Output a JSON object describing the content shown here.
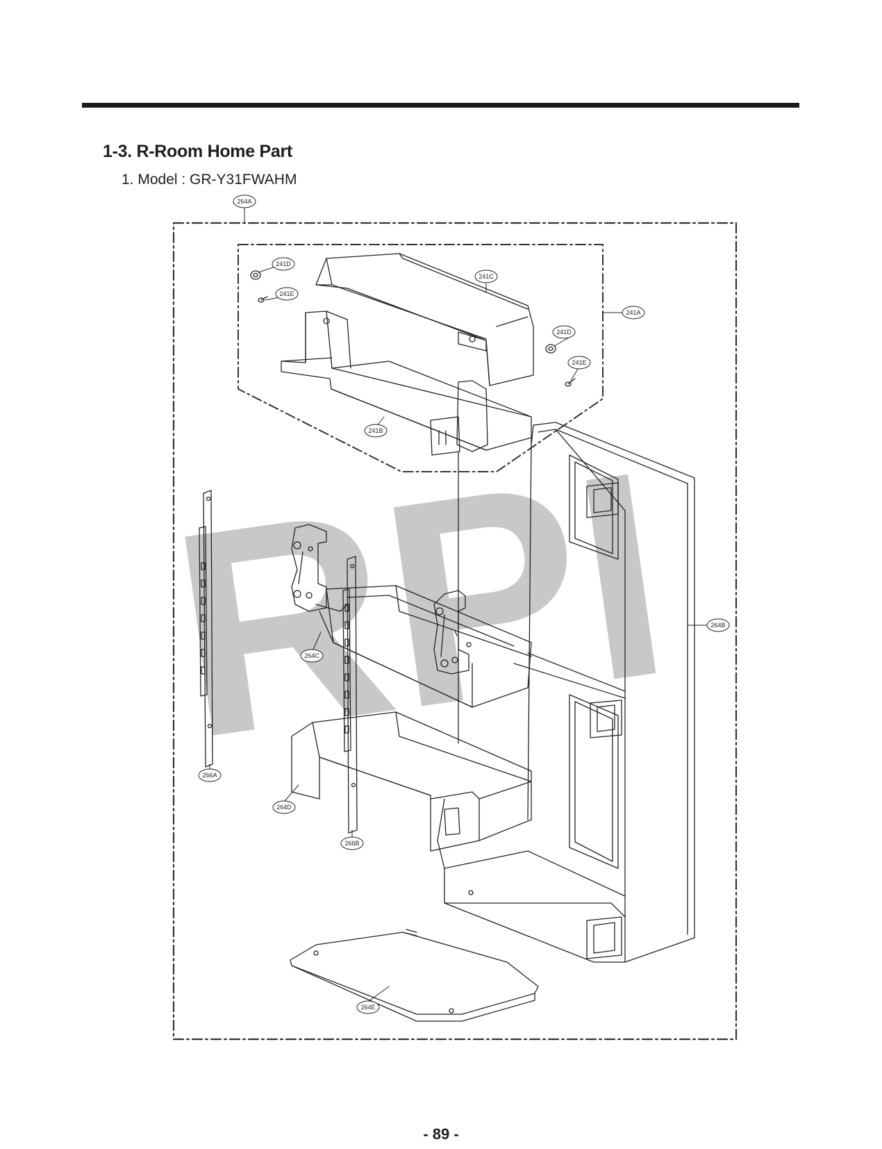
{
  "header": {
    "section_title": "1-3. R-Room Home Part",
    "model_line": "1. Model : GR-Y31FWAHM"
  },
  "watermark": {
    "text": "RPI",
    "color": "#c8c8c8"
  },
  "diagram": {
    "callouts": {
      "c264A": "264A",
      "c241A": "241A",
      "c241B": "241B",
      "c241C": "241C",
      "c241D_1": "241D",
      "c241D_2": "241D",
      "c241E_1": "241E",
      "c241E_2": "241E",
      "c264B": "264B",
      "c264C": "264C",
      "c264D": "264D",
      "c264E": "264E",
      "c266A": "266A",
      "c266B": "266B"
    }
  },
  "footer": {
    "page_number": "- 89 -"
  }
}
